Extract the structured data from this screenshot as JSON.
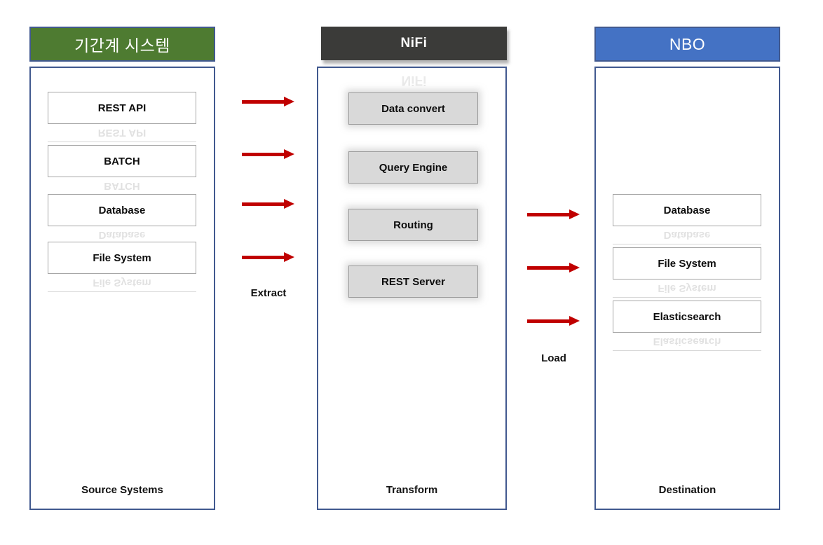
{
  "diagram": {
    "title": "NiFi ETL data flow diagram",
    "colors": {
      "container_border": "#41598f",
      "source_header_bg": "#4e7b31",
      "transform_header_bg": "#3b3b39",
      "destination_header_bg": "#4472c4",
      "arrow": "#c00000",
      "gray_box_fill": "#d9d9d9",
      "white_box_fill": "#ffffff"
    },
    "columns": [
      {
        "id": "source",
        "header": "기간계 시스템",
        "footer": "Source Systems",
        "box_style": "white",
        "items": [
          "REST API",
          "BATCH",
          "Database",
          "File System"
        ]
      },
      {
        "id": "transform",
        "header": "NiFi",
        "footer": "Transform",
        "box_style": "gray",
        "items": [
          "Data convert",
          "Query Engine",
          "Routing",
          "REST Server"
        ]
      },
      {
        "id": "destination",
        "header": "NBO",
        "footer": "Destination",
        "box_style": "white",
        "items": [
          "Database",
          "File System",
          "Elasticsearch"
        ]
      }
    ],
    "flows": [
      {
        "id": "extract",
        "label": "Extract",
        "arrow_count": 4
      },
      {
        "id": "load",
        "label": "Load",
        "arrow_count": 3
      }
    ]
  }
}
